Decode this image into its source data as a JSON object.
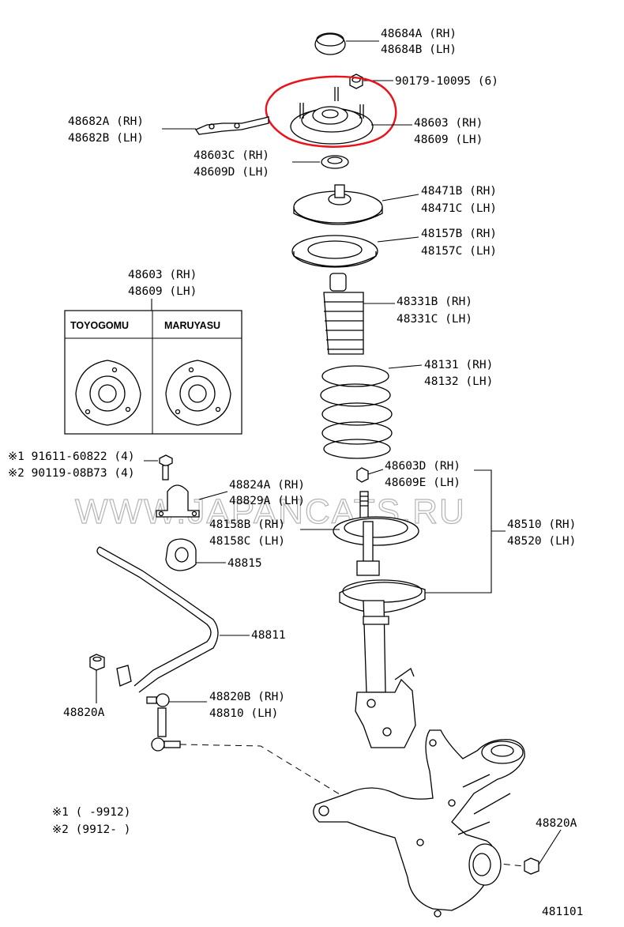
{
  "labels": {
    "p48684": [
      "48684A (RH)",
      "48684B (LH)"
    ],
    "p90179": "90179-10095 (6)",
    "p48682": [
      "48682A (RH)",
      "48682B (LH)"
    ],
    "p48603top": [
      "48603 (RH)",
      "48609 (LH)"
    ],
    "p48603c": [
      "48603C (RH)",
      "48609D (LH)"
    ],
    "p48471": [
      "48471B (RH)",
      "48471C (LH)"
    ],
    "p48157": [
      "48157B (RH)",
      "48157C (LH)"
    ],
    "p48603inset": [
      "48603 (RH)",
      "48609 (LH)"
    ],
    "p48331": [
      "48331B (RH)",
      "48331C (LH)"
    ],
    "p48131": [
      "48131 (RH)",
      "48132 (LH)"
    ],
    "bolts": [
      "※1 91611-60822 (4)",
      "※2 90119-08B73 (4)"
    ],
    "p48603d": [
      "48603D (RH)",
      "48609E (LH)"
    ],
    "p48824": [
      "48824A (RH)",
      "48829A (LH)"
    ],
    "p48158": [
      "48158B (RH)",
      "48158C (LH)"
    ],
    "p48510": [
      "48510 (RH)",
      "48520 (LH)"
    ],
    "p48815": "48815",
    "p48811": "48811",
    "p48820a_left": "48820A",
    "p48820b": [
      "48820B (RH)",
      "48810  (LH)"
    ],
    "p48820a_right": "48820A",
    "notes": [
      "※1 (      -9912)",
      "※2 (9912-      )"
    ],
    "figure_number": "481101"
  },
  "inset": {
    "headers": [
      "TOYOGOMU",
      "MARUYASU"
    ]
  },
  "watermark": "WWW.JAPANCATS.RU",
  "highlight": {
    "color": "#e8141c",
    "target": "48603 (RH) / 48609 (LH)"
  }
}
